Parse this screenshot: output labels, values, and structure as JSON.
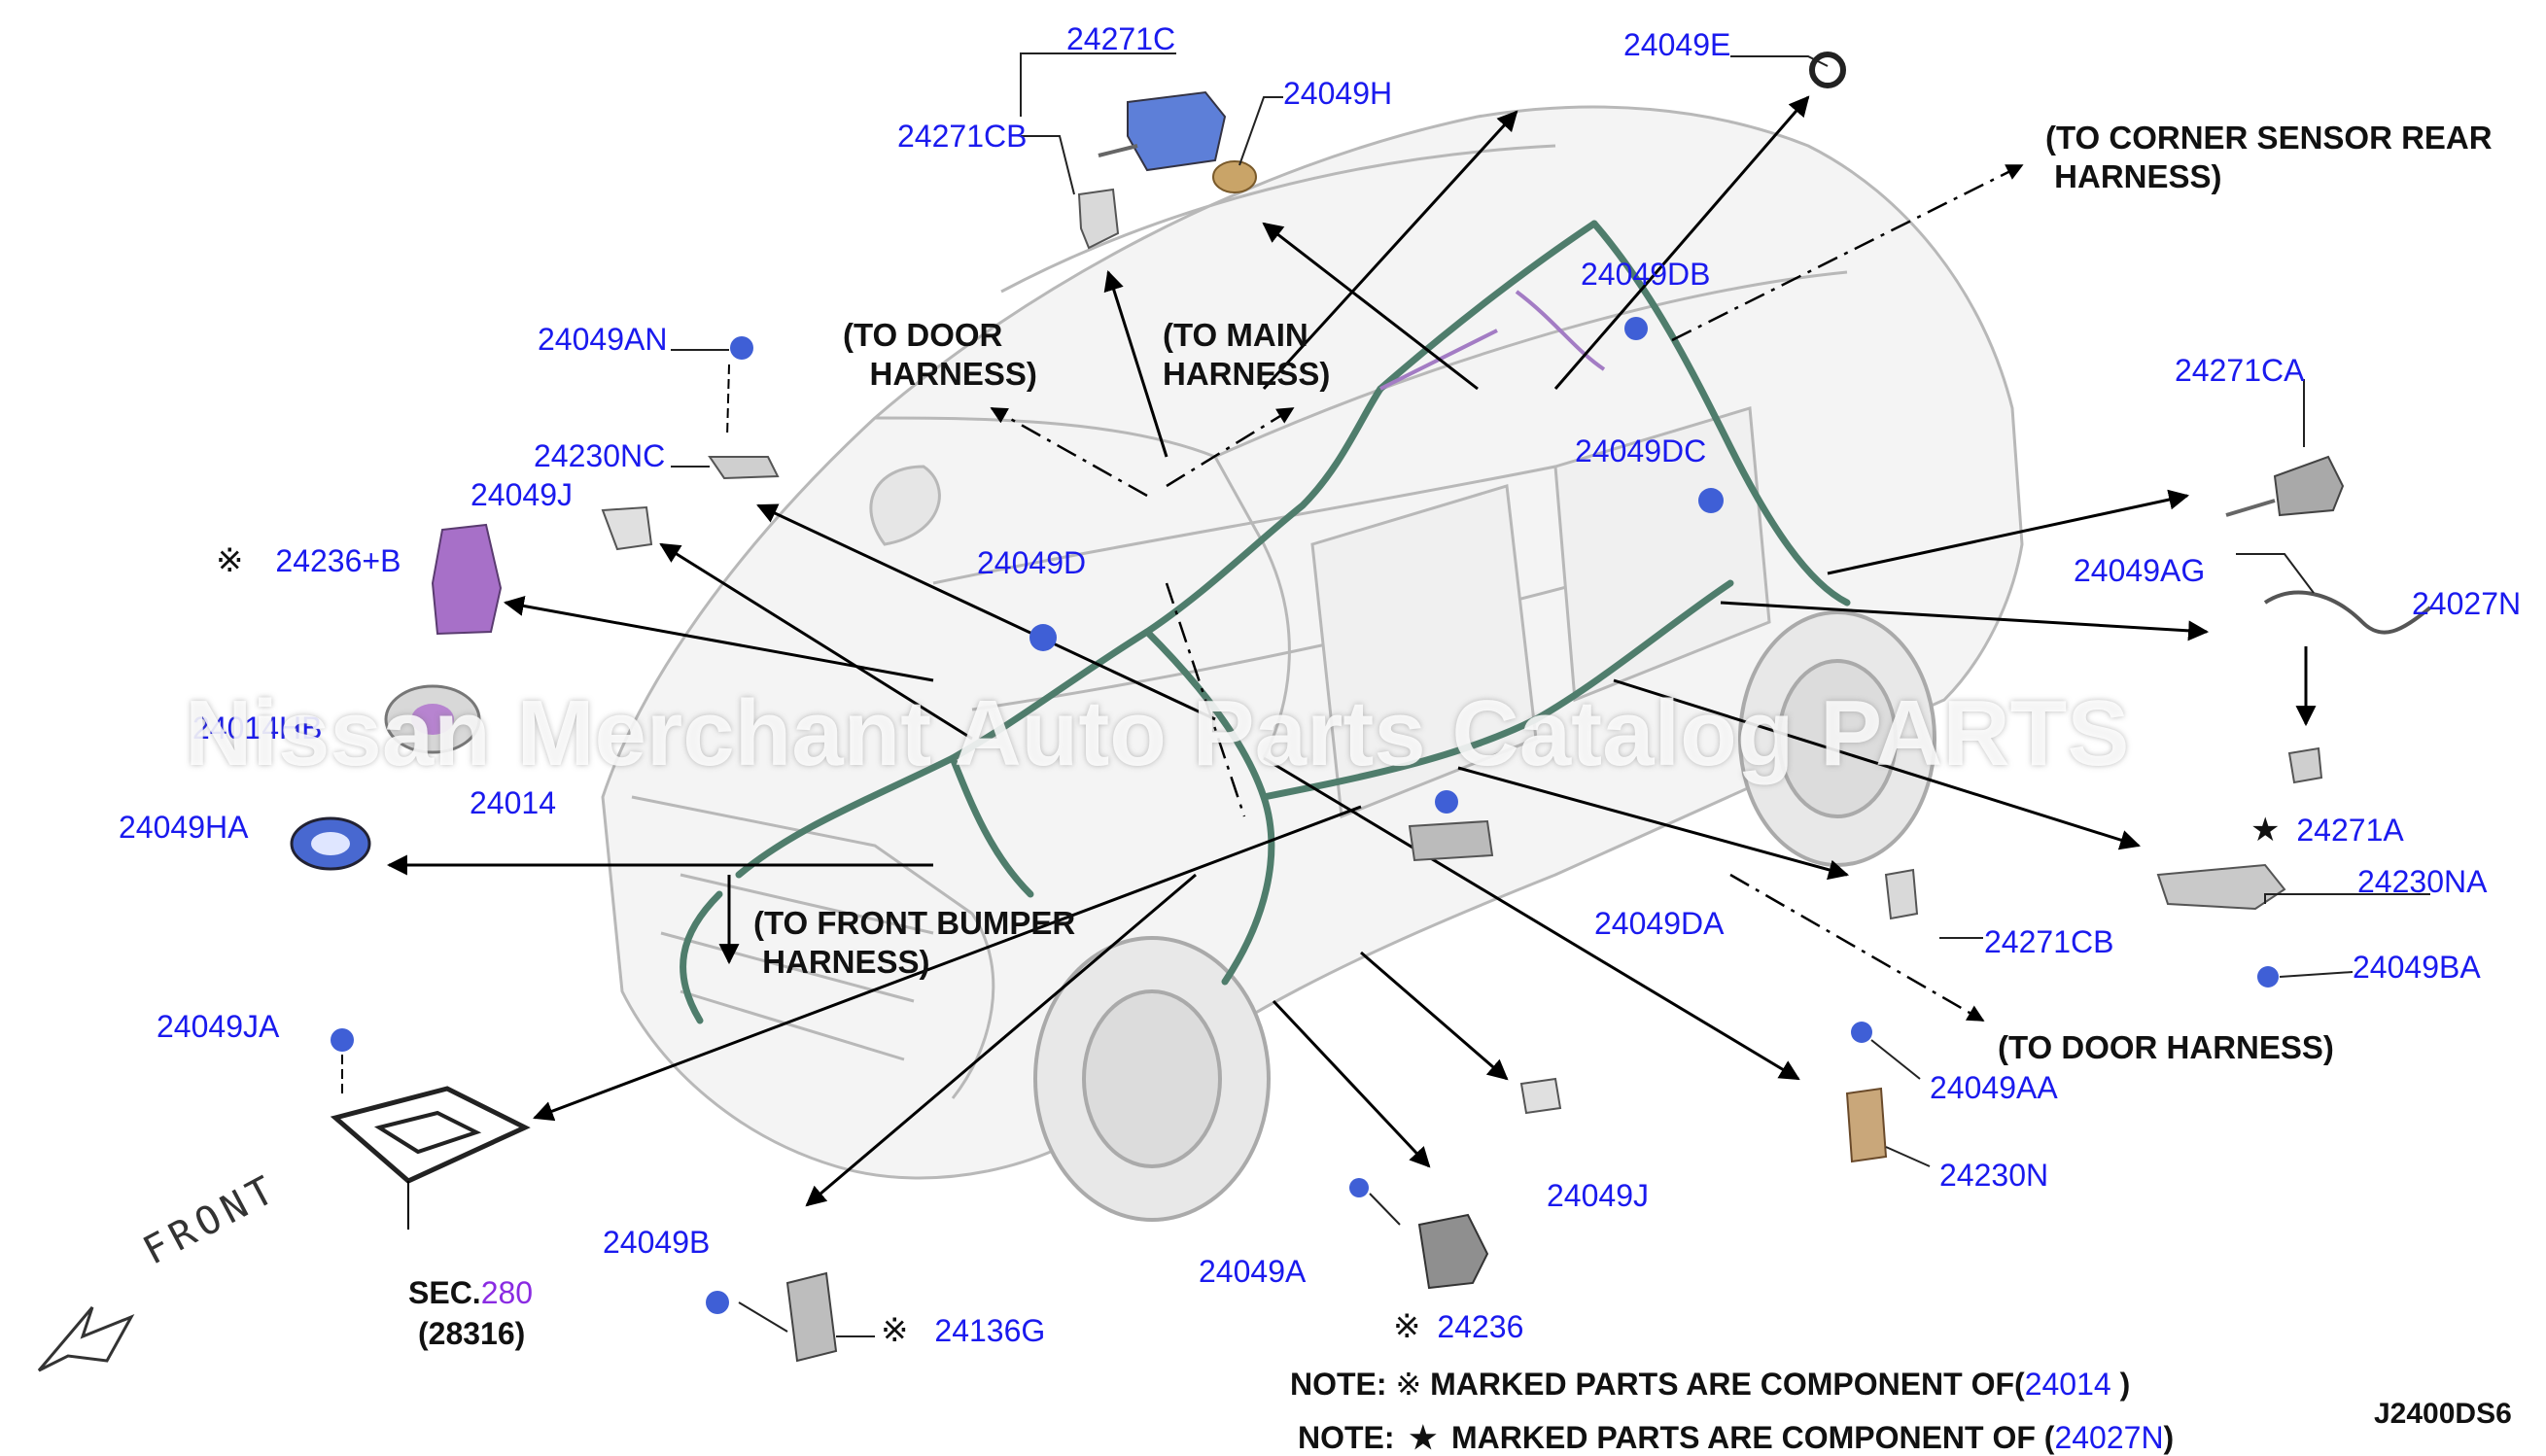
{
  "labels": {
    "p24271C": "24271C",
    "p24049H": "24049H",
    "p24271CB_top": "24271CB",
    "p24049E": "24049E",
    "p24049AN": "24049AN",
    "p24230NC": "24230NC",
    "p24049J_left": "24049J",
    "p24236B": "24236+B",
    "p24014HB": "24014HB",
    "p24014": "24014",
    "p24049HA": "24049HA",
    "p24049D": "24049D",
    "p24049DB": "24049DB",
    "p24049DC": "24049DC",
    "p24271CA": "24271CA",
    "p24049AG": "24049AG",
    "p24027N": "24027N",
    "p24271A": "24271A",
    "p24230NA": "24230NA",
    "p24049BA": "24049BA",
    "p24049DA": "24049DA",
    "p24271CB_right": "24271CB",
    "p24049AA": "24049AA",
    "p24230N": "24230N",
    "p24049J_bottom": "24049J",
    "p24049A": "24049A",
    "p24236": "24236",
    "p24049JA": "24049JA",
    "p24049B": "24049B",
    "p24136G": "24136G",
    "sec_prefix": "SEC.",
    "sec_num": "280",
    "sec_sub": "(28316)"
  },
  "marks": {
    "ref": "※",
    "star": "★"
  },
  "destinations": {
    "door_left": "(TO DOOR\n   HARNESS)",
    "main": "(TO MAIN\nHARNESS)",
    "corner": "(TO CORNER SENSOR REAR\n HARNESS)",
    "front_bumper": "(TO FRONT BUMPER\n HARNESS)",
    "door_right": "(TO DOOR HARNESS)"
  },
  "notes": {
    "note1_prefix": "NOTE:",
    "note1_text": "MARKED PARTS ARE COMPONENT OF(",
    "note1_part": "24014",
    "note1_close": " )",
    "note2_prefix": "NOTE:",
    "note2_text": "MARKED PARTS ARE COMPONENT OF (",
    "note2_part": "24027N",
    "note2_close": ")"
  },
  "diagram_code": "J2400DS6",
  "front_label": "FRONT",
  "watermark": "Nissan Merchant Auto Parts Catalog PARTS",
  "colors": {
    "part_number": "#1a1aee",
    "sec_link": "#8a2be2",
    "harness": "#4f7d6c",
    "connector_blue": "#3f5fd6",
    "bracket_gray": "#8e9aa8",
    "module_purple": "#9a62b8"
  }
}
